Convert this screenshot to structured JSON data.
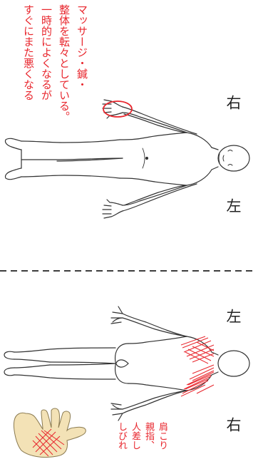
{
  "upper_panel": {
    "note_lines": [
      "マッサージ・鍼・",
      "整体を転々としている。",
      "一時的によくなるが",
      "すぐにまた悪くなる"
    ],
    "label_right": "右",
    "label_left": "左"
  },
  "lower_panel": {
    "label_left": "左",
    "label_right": "右",
    "note_lines": [
      "肩こり",
      "親指、",
      "人差し",
      "しびれ"
    ]
  },
  "colors": {
    "annotation": "#e8262d",
    "outline": "#333333",
    "palm": "#f3e2b6"
  }
}
